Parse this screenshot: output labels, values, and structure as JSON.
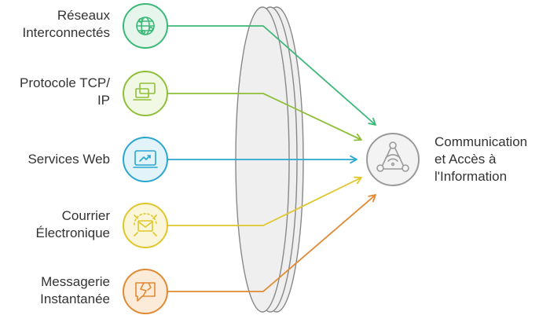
{
  "sources": [
    {
      "id": "reseaux",
      "label_lines": [
        "Réseaux",
        "Interconnectés"
      ],
      "icon": "globe-network-icon",
      "color": "#3cb878",
      "fill": "#e6f6ec"
    },
    {
      "id": "tcpip",
      "label_lines": [
        "Protocole TCP/",
        "IP"
      ],
      "icon": "laptop-network-icon",
      "color": "#8fbf3a",
      "fill": "#f1f8e4"
    },
    {
      "id": "web",
      "label_lines": [
        "Services Web"
      ],
      "icon": "web-chart-icon",
      "color": "#2aa6cf",
      "fill": "#e2f3fa"
    },
    {
      "id": "mail",
      "label_lines": [
        "Courrier",
        "Électronique"
      ],
      "icon": "envelope-icon",
      "color": "#e0c62a",
      "fill": "#fbf6d9"
    },
    {
      "id": "chat",
      "label_lines": [
        "Messagerie",
        "Instantanée"
      ],
      "icon": "chat-bubble-icon",
      "color": "#e08a33",
      "fill": "#fcebd9"
    }
  ],
  "target": {
    "label_lines": [
      "Communication",
      "et Accès à",
      "l'Information"
    ],
    "icon": "wireless-hub-icon",
    "color": "#9a9a9a",
    "fill": "#f3f3f3"
  },
  "lens": {
    "stroke": "#888888",
    "fill": "#efefef"
  }
}
